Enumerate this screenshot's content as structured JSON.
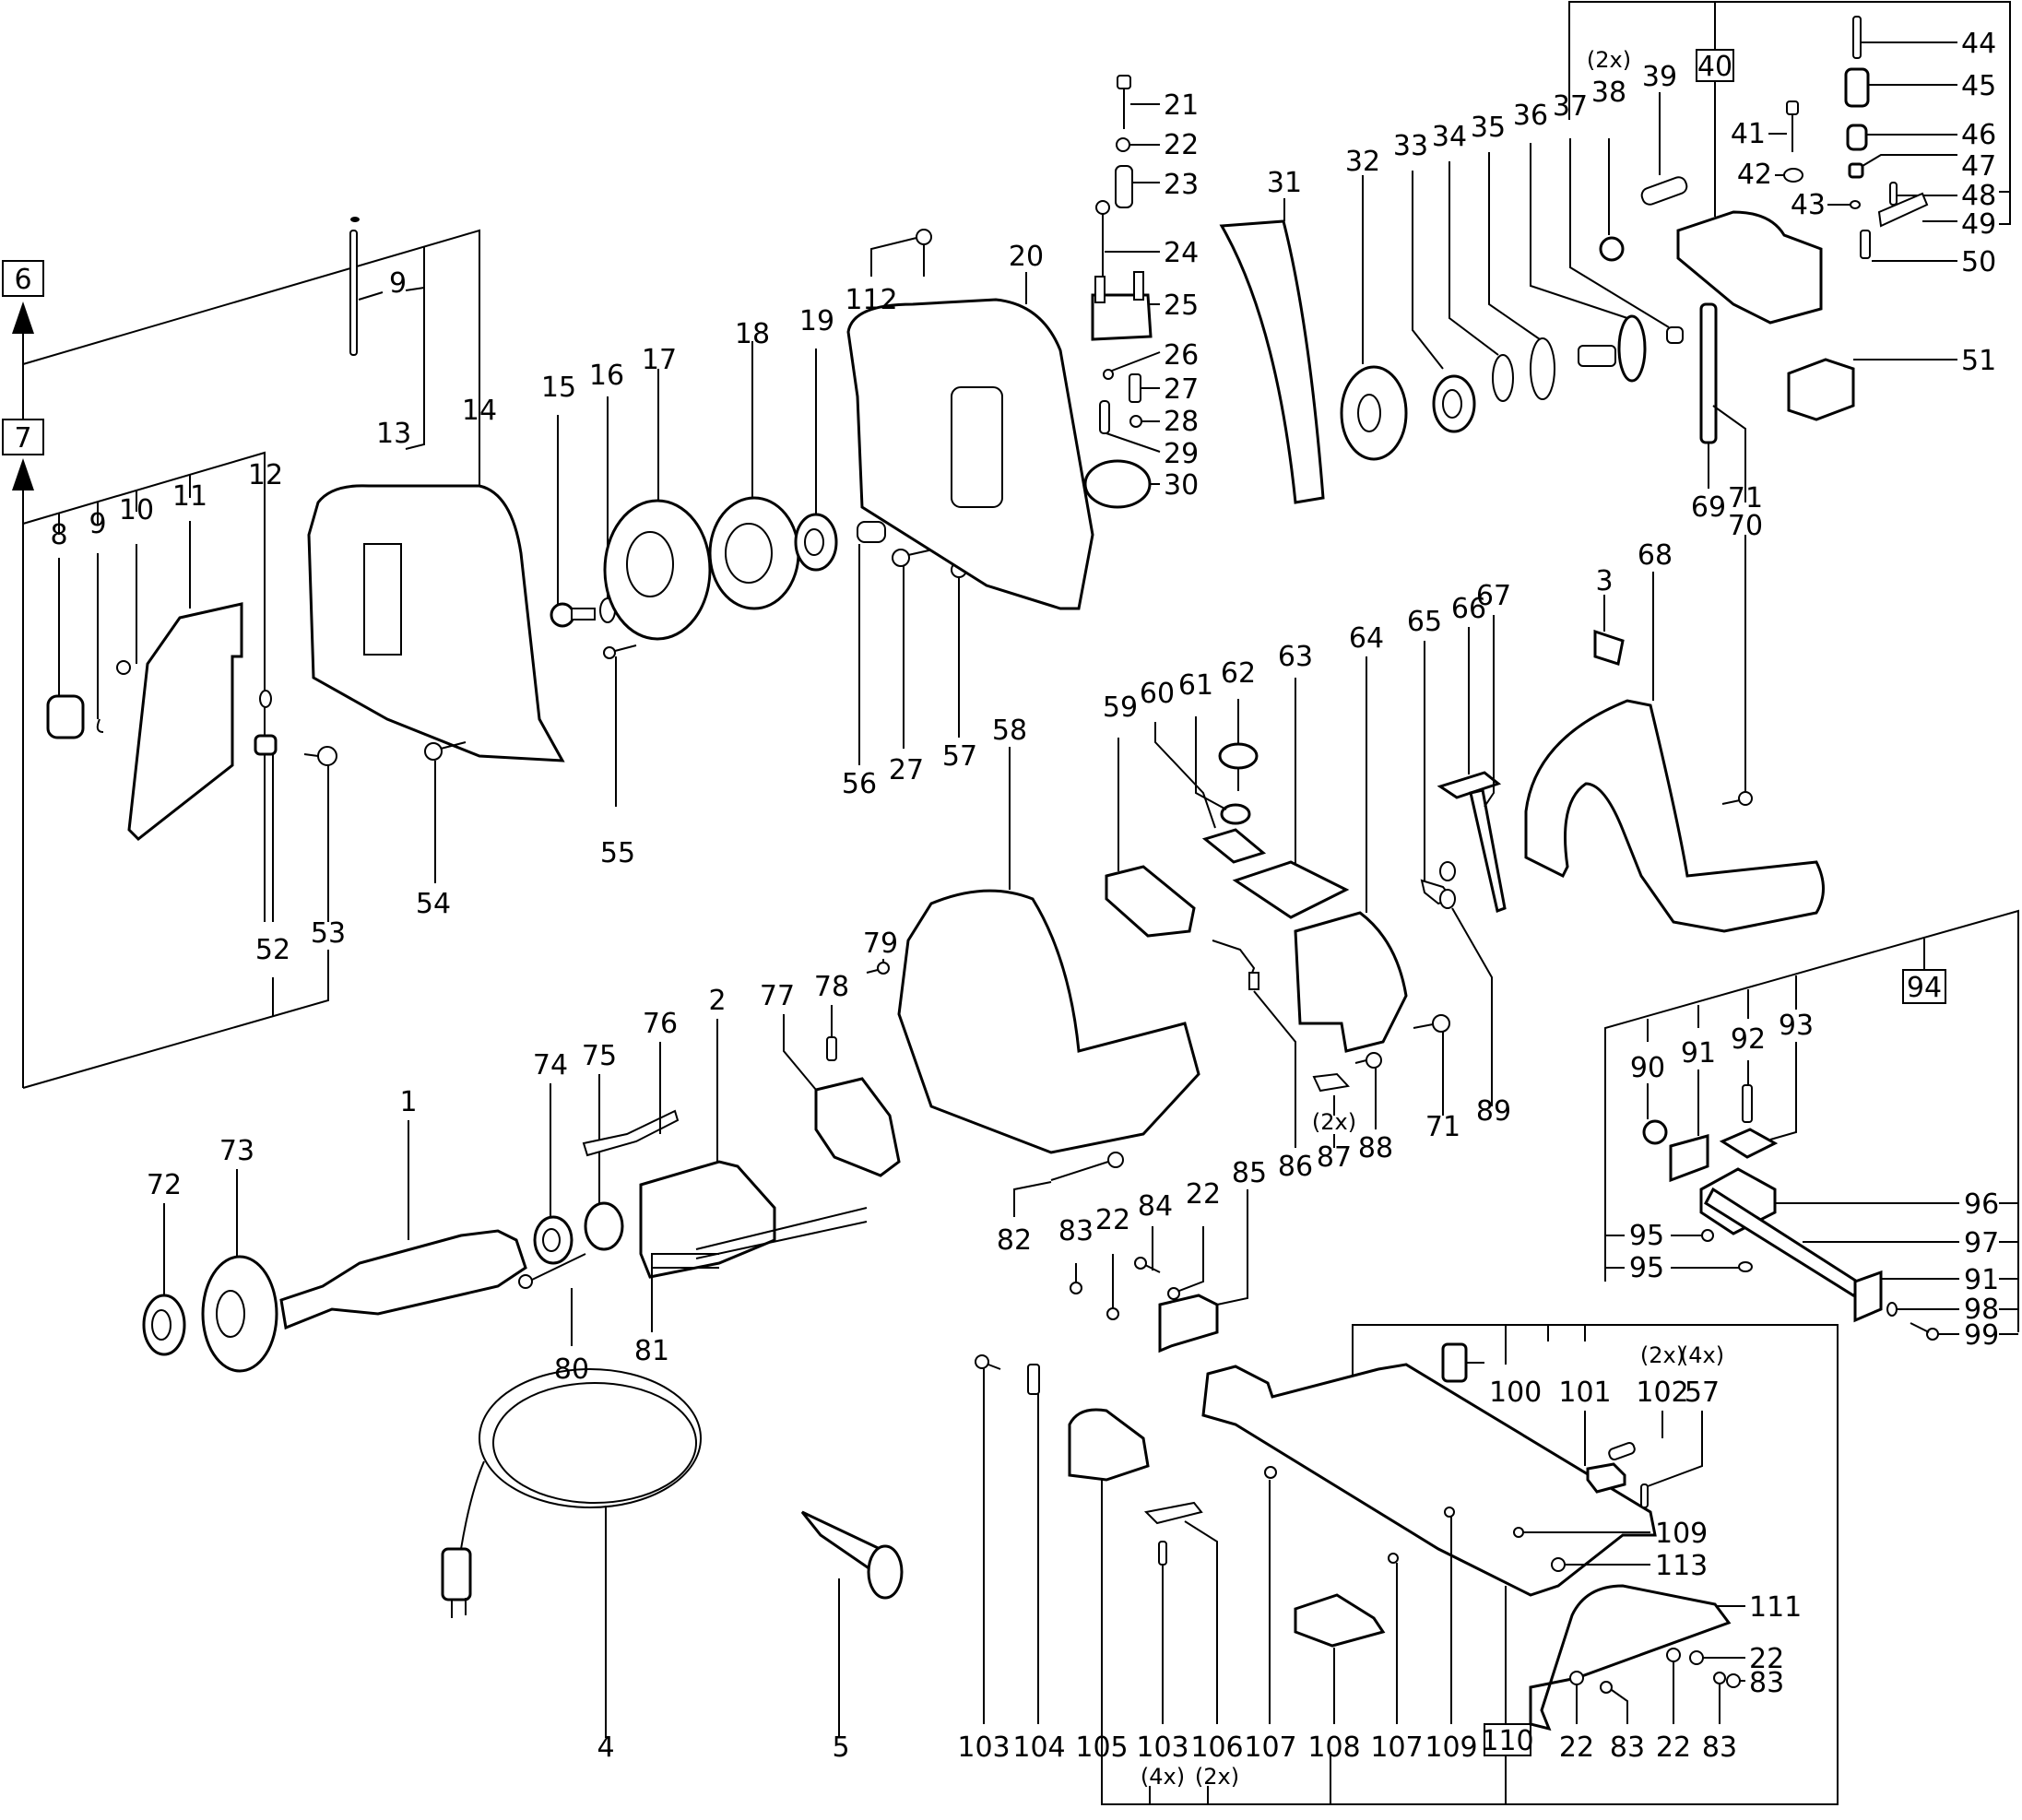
{
  "title": "Exploded parts diagram – plunge saw",
  "assembly_boxes": [
    {
      "id": "6",
      "label": "6"
    },
    {
      "id": "7",
      "label": "7"
    },
    {
      "id": "40",
      "label": "40"
    },
    {
      "id": "94",
      "label": "94"
    },
    {
      "id": "110",
      "label": "110"
    }
  ],
  "quantity_notes": [
    {
      "part": "38",
      "text": "(2x)"
    },
    {
      "part": "87",
      "text": "(2x)"
    },
    {
      "part": "102",
      "text": "(2x)"
    },
    {
      "part": "57",
      "text": "(4x)"
    },
    {
      "part": "103",
      "text": "(4x)"
    },
    {
      "part": "106",
      "text": "(2x)"
    }
  ],
  "labels": {
    "p1": "1",
    "p2": "2",
    "p3": "3",
    "p4": "4",
    "p5": "5",
    "p8": "8",
    "p9a": "9",
    "p9b": "9",
    "p10": "10",
    "p11": "11",
    "p12": "12",
    "p13": "13",
    "p14": "14",
    "p15": "15",
    "p16": "16",
    "p17": "17",
    "p18": "18",
    "p19": "19",
    "p20": "20",
    "p21": "21",
    "p22a": "22",
    "p23": "23",
    "p24": "24",
    "p25": "25",
    "p26": "26",
    "p27a": "27",
    "p27b": "27",
    "p28": "28",
    "p29": "29",
    "p30": "30",
    "p31": "31",
    "p32": "32",
    "p33": "33",
    "p34": "34",
    "p35": "35",
    "p36": "36",
    "p37": "37",
    "p38": "38",
    "p39": "39",
    "p41": "41",
    "p42": "42",
    "p43": "43",
    "p44": "44",
    "p45": "45",
    "p46": "46",
    "p47": "47",
    "p48": "48",
    "p49": "49",
    "p50": "50",
    "p51": "51",
    "p52": "52",
    "p53": "53",
    "p54": "54",
    "p55": "55",
    "p56": "56",
    "p57a": "57",
    "p57b": "57",
    "p58": "58",
    "p59": "59",
    "p60": "60",
    "p61": "61",
    "p62": "62",
    "p63": "63",
    "p64": "64",
    "p65": "65",
    "p66": "66",
    "p67": "67",
    "p68": "68",
    "p69": "69",
    "p70": "70",
    "p71a": "71",
    "p71b": "71",
    "p72": "72",
    "p73": "73",
    "p74": "74",
    "p75": "75",
    "p76": "76",
    "p77": "77",
    "p78": "78",
    "p79": "79",
    "p80": "80",
    "p81": "81",
    "p82": "82",
    "p83a": "83",
    "p83b": "83",
    "p83c": "83",
    "p83d": "83",
    "p84": "84",
    "p22b": "22",
    "p22c": "22",
    "p22d": "22",
    "p22e": "22",
    "p22f": "22",
    "p85": "85",
    "p86": "86",
    "p87": "87",
    "p88": "88",
    "p89": "89",
    "p90": "90",
    "p91a": "91",
    "p91b": "91",
    "p92": "92",
    "p93": "93",
    "p95a": "95",
    "p95b": "95",
    "p96": "96",
    "p97": "97",
    "p98": "98",
    "p99": "99",
    "p100": "100",
    "p101": "101",
    "p102": "102",
    "p103a": "103",
    "p103b": "103",
    "p104": "104",
    "p105": "105",
    "p106": "106",
    "p107a": "107",
    "p107b": "107",
    "p108": "108",
    "p109a": "109",
    "p109b": "109",
    "p111": "111",
    "p112": "112",
    "p113": "113"
  }
}
